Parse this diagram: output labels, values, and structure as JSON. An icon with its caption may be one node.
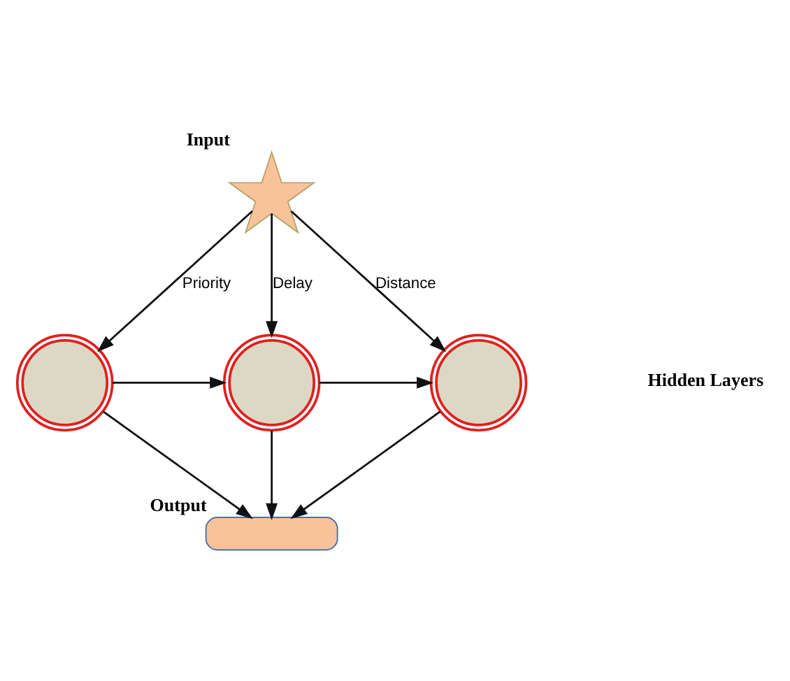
{
  "diagram": {
    "nodes": [
      {
        "text": [
          "Input"
        ]
      },
      {
        "text": [],
        "shape": "circle"
      },
      {
        "text": [],
        "shape": "circle"
      },
      {
        "text": [],
        "shape": "circle"
      },
      {
        "text": [
          "Output"
        ]
      }
    ],
    "edges": [
      {
        "from": 0,
        "to": 1,
        "arrow": "to",
        "label": "Priority"
      },
      {
        "from": 0,
        "to": 2,
        "arrow": "to",
        "label": "Delay"
      },
      {
        "from": 0,
        "to": 3,
        "arrow": "to",
        "label": "Distance"
      },
      {
        "from": 1,
        "to": 2,
        "arrow": "to"
      },
      {
        "from": 2,
        "to": 3,
        "arrow": "to"
      },
      {
        "from": 1,
        "to": 4,
        "arrow": "to"
      },
      {
        "from": 2,
        "to": 4,
        "arrow": "to"
      },
      {
        "from": 3,
        "to": 4,
        "arrow": "to"
      }
    ],
    "labels": [
      "Hidden Layers"
    ]
  }
}
